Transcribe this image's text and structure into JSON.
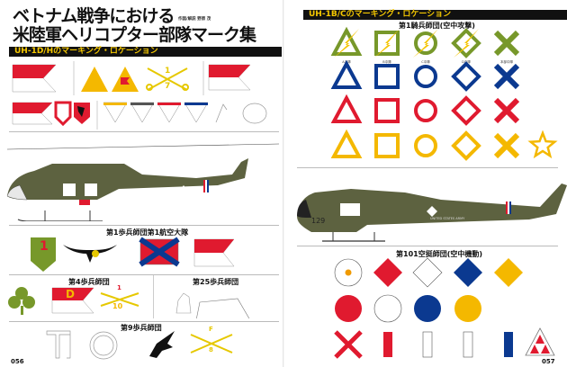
{
  "left_page": {
    "title_line1": "ベトナム戦争における",
    "title_line2": "米陸軍ヘリコプター部隊マーク集",
    "byline": "作図/解説 野原 茂",
    "section_bar": "UH-1D/Hのマーキング・ロケーション",
    "sabre_numbers": {
      "top": "1",
      "bottom": "7"
    },
    "headings": [
      "第1歩兵師団第1航空大隊",
      "第4歩兵師団",
      "第25歩兵師団",
      "第9歩兵師団"
    ],
    "insignia_1id": "1",
    "sabre_4id": {
      "top": "1",
      "bottom": "10"
    },
    "letter_4id": "D",
    "sabre_9id": {
      "top": "F",
      "bottom": "8"
    },
    "page_number": "056"
  },
  "right_page": {
    "section_bar": "UH-1B/Cのマーキング・ロケーション",
    "heading_1cav": "第1騎兵師団(空中攻撃)",
    "column_captions": [
      "A中隊",
      "B中隊",
      "C中隊",
      "D中隊",
      "本部中隊"
    ],
    "heli_number": "129",
    "heli_text": "UNITED STATES ARMY",
    "heading_101": "第101空挺師団(空中機動)",
    "page_number": "057"
  },
  "colors": {
    "green": "#77982a",
    "blue": "#0b3990",
    "red": "#e01a2f",
    "yellow": "#f4b800",
    "olive": "#5d6240"
  },
  "cav_rows": [
    {
      "color": "green",
      "shapes": [
        "triangle",
        "square",
        "circle",
        "diamond",
        "cross"
      ],
      "bolt": true
    },
    {
      "color": "blue",
      "shapes": [
        "triangle",
        "square",
        "circle",
        "diamond",
        "cross"
      ]
    },
    {
      "color": "red",
      "shapes": [
        "triangle",
        "square",
        "circle",
        "diamond",
        "cross"
      ]
    },
    {
      "color": "yellow",
      "shapes": [
        "triangle",
        "square",
        "circle",
        "diamond",
        "cross",
        "star"
      ]
    }
  ],
  "abn_rows": [
    [
      {
        "s": "dotcircle",
        "c": "none"
      },
      {
        "s": "fdiamond",
        "c": "red"
      },
      {
        "s": "odiamond",
        "c": "none"
      },
      {
        "s": "fdiamond",
        "c": "blue"
      },
      {
        "s": "fdiamond",
        "c": "yellow"
      }
    ],
    [
      {
        "s": "fcircle",
        "c": "red"
      },
      {
        "s": "ocircle",
        "c": "none"
      },
      {
        "s": "fcircle",
        "c": "blue"
      },
      {
        "s": "fcircle",
        "c": "yellow"
      }
    ],
    [
      {
        "s": "redx",
        "c": "red"
      },
      {
        "s": "rect",
        "c": "red"
      },
      {
        "s": "orect",
        "c": "none"
      },
      {
        "s": "orect",
        "c": "none"
      },
      {
        "s": "rect",
        "c": "blue"
      },
      {
        "s": "tri3",
        "c": "red"
      }
    ]
  ]
}
